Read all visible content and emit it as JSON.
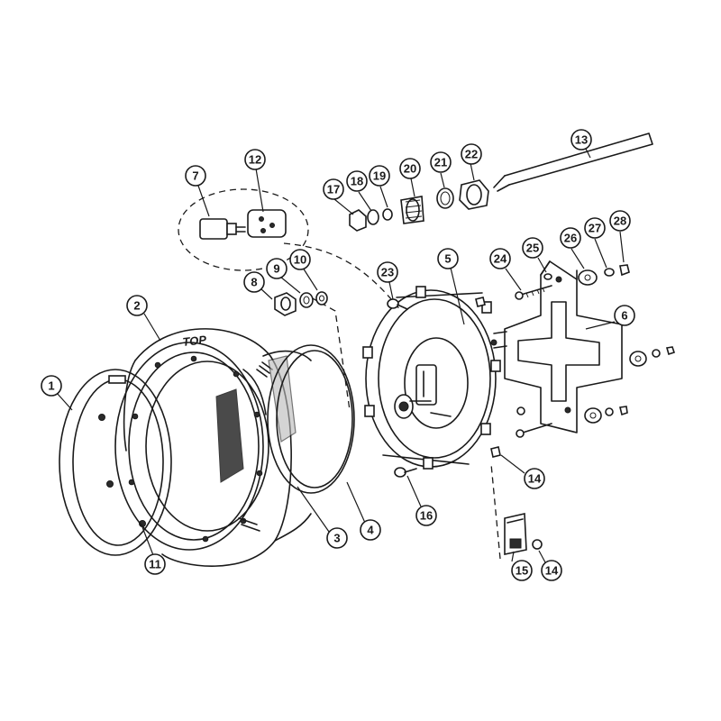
{
  "parts": [
    {
      "id": "part-1",
      "label": "1"
    },
    {
      "id": "part-2",
      "label": "2"
    },
    {
      "id": "part-3",
      "label": "3"
    },
    {
      "id": "part-4",
      "label": "4"
    },
    {
      "id": "part-5",
      "label": "5"
    },
    {
      "id": "part-6",
      "label": "6"
    },
    {
      "id": "part-7",
      "label": "7"
    },
    {
      "id": "part-8",
      "label": "8"
    },
    {
      "id": "part-9",
      "label": "9"
    },
    {
      "id": "part-10",
      "label": "10"
    },
    {
      "id": "part-11",
      "label": "11"
    },
    {
      "id": "part-12",
      "label": "12"
    },
    {
      "id": "part-13",
      "label": "13"
    },
    {
      "id": "part-14a",
      "label": "14"
    },
    {
      "id": "part-14b",
      "label": "14"
    },
    {
      "id": "part-15",
      "label": "15"
    },
    {
      "id": "part-16",
      "label": "16"
    },
    {
      "id": "part-17",
      "label": "17"
    },
    {
      "id": "part-18",
      "label": "18"
    },
    {
      "id": "part-19",
      "label": "19"
    },
    {
      "id": "part-20",
      "label": "20"
    },
    {
      "id": "part-21",
      "label": "21"
    },
    {
      "id": "part-22",
      "label": "22"
    },
    {
      "id": "part-23",
      "label": "23"
    },
    {
      "id": "part-24",
      "label": "24"
    },
    {
      "id": "part-25",
      "label": "25"
    },
    {
      "id": "part-26",
      "label": "26"
    },
    {
      "id": "part-27",
      "label": "27"
    },
    {
      "id": "part-28",
      "label": "28"
    }
  ],
  "embossed_text": "TOP"
}
